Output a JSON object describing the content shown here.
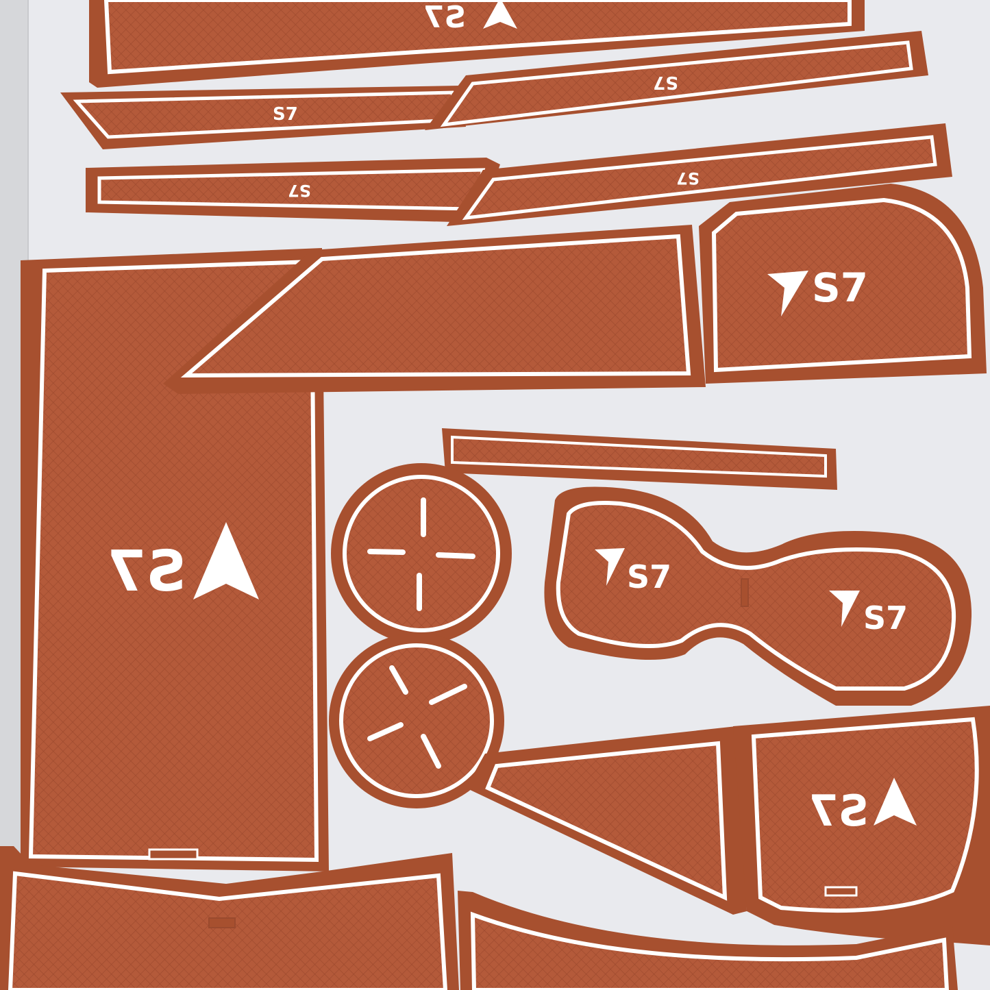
{
  "colors": {
    "background": "#e9eaee",
    "table_left_edge": "#d9d9dc",
    "mat_rubber": "#b45a3a",
    "mat_rubber_dark": "#9a4a2e",
    "mat_trim": "#ffffff"
  },
  "mats": [
    {
      "id": "top-wide-mat",
      "logo": "S7"
    },
    {
      "id": "strip-left-1",
      "logo": "S7"
    },
    {
      "id": "strip-right-1",
      "logo": "S7"
    },
    {
      "id": "strip-left-2",
      "logo": "S7"
    },
    {
      "id": "strip-right-2",
      "logo": "S7"
    },
    {
      "id": "long-angled-mat",
      "logo": ""
    },
    {
      "id": "right-pocket-mat",
      "logo": "S7"
    },
    {
      "id": "tall-left-mat",
      "logo": "S7"
    },
    {
      "id": "thin-strip",
      "logo": ""
    },
    {
      "id": "cup-coaster-1",
      "logo": ""
    },
    {
      "id": "cup-coaster-2",
      "logo": ""
    },
    {
      "id": "twin-cup-mat-left",
      "logo": "S7"
    },
    {
      "id": "twin-cup-mat-right",
      "logo": "S7"
    },
    {
      "id": "lower-triangle-mat",
      "logo": ""
    },
    {
      "id": "lower-right-mat",
      "logo": "S7"
    },
    {
      "id": "bottom-left-mat",
      "logo": ""
    },
    {
      "id": "bottom-right-mat",
      "logo": ""
    }
  ]
}
